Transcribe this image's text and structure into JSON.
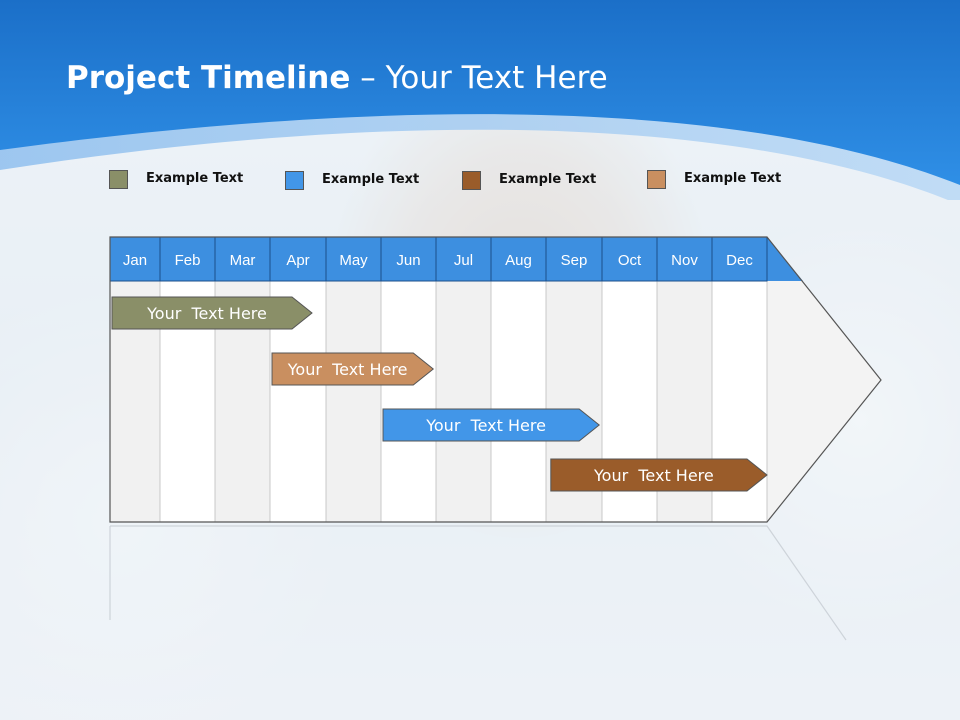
{
  "slide": {
    "title_bold": "Project Timeline",
    "title_rest": " – Your Text Here"
  },
  "colors": {
    "header_blue": "#1f7ad6",
    "header_blue_light": "#3a9be8",
    "month_header": "#3d8fe0",
    "green": "#8a8f68",
    "blue": "#4296e8",
    "brown": "#9a5c2a",
    "tan": "#c98f60",
    "column_light": "#f1f1f1",
    "column_white": "#ffffff"
  },
  "legend": [
    {
      "label": "Example Text",
      "color": "#8a8f68"
    },
    {
      "label": "Example Text",
      "color": "#4296e8"
    },
    {
      "label": "Example Text",
      "color": "#9a5c2a"
    },
    {
      "label": "Example Text",
      "color": "#c98f60"
    }
  ],
  "months": [
    "Jan",
    "Feb",
    "Mar",
    "Apr",
    "May",
    "Jun",
    "Jul",
    "Aug",
    "Sep",
    "Oct",
    "Nov",
    "Dec"
  ],
  "tasks": [
    {
      "label": "Your  Text Here",
      "start_month": 0.0,
      "end_month": 3.75,
      "color": "#8a8f68"
    },
    {
      "label": "Your  Text Here",
      "start_month": 3.0,
      "end_month": 5.95,
      "color": "#c98f60"
    },
    {
      "label": "Your  Text Here",
      "start_month": 5.0,
      "end_month": 8.95,
      "color": "#4296e8"
    },
    {
      "label": "Your  Text Here",
      "start_month": 8.05,
      "end_month": 12.0,
      "color": "#9a5c2a"
    }
  ]
}
